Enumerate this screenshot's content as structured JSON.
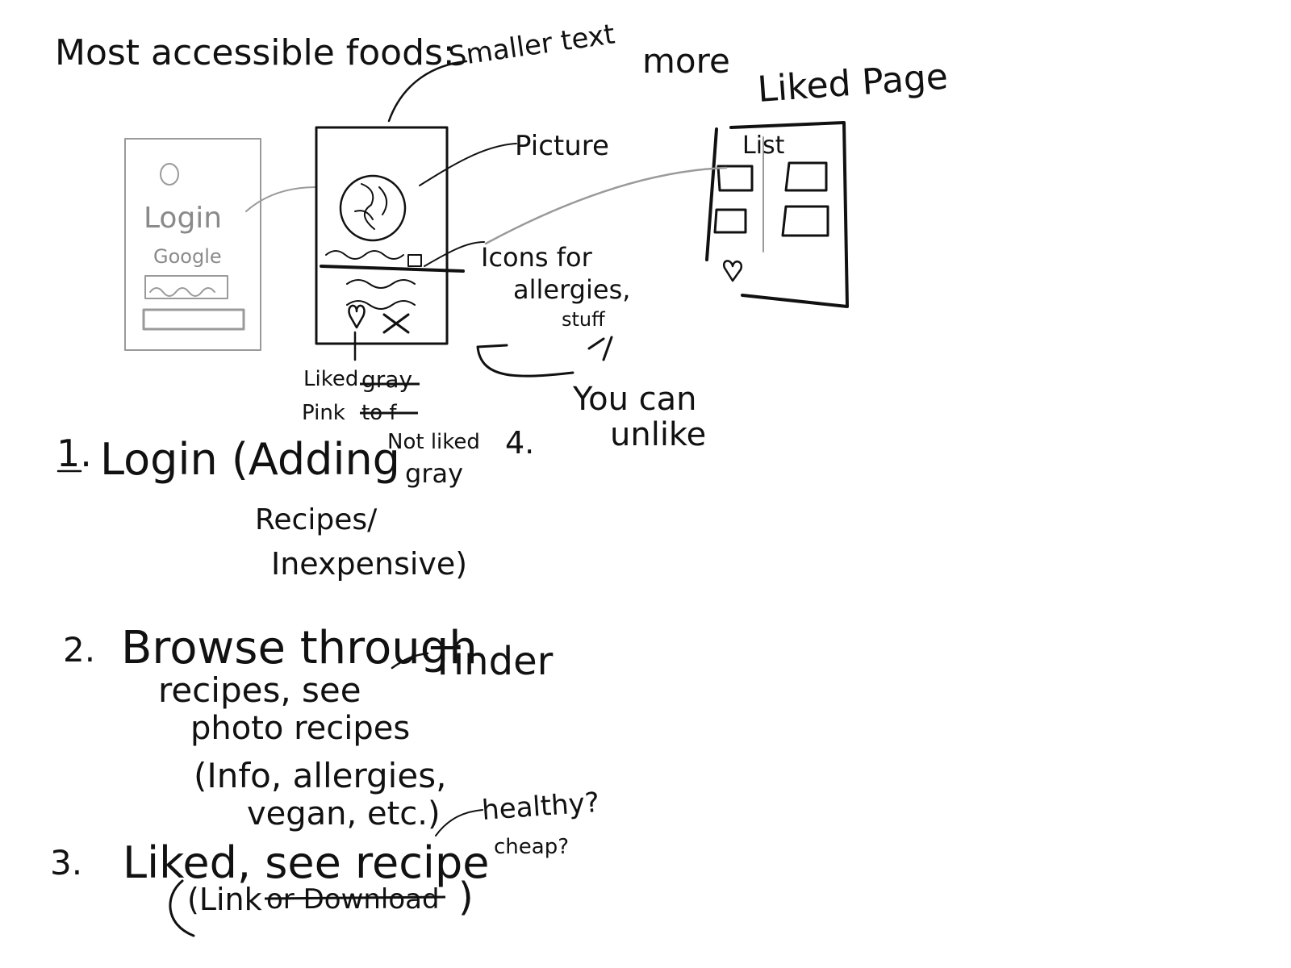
{
  "notes": {
    "heading": "Most accessible foods:",
    "smaller_text": "Smaller text",
    "more": "more",
    "picture": "Picture",
    "icons_for": "Icons for",
    "allergies": "allergies,",
    "stuff": "stuff",
    "liked_page": "Liked Page",
    "list": "List",
    "you_can": "You can",
    "unlike": "unlike",
    "liked": "Liked",
    "gray_struck": "gray",
    "pink": "Pink",
    "to_struck": "to f",
    "not_liked": "Not liked",
    "gray": "gray",
    "four": "4."
  },
  "login_mock": {
    "title": "Login",
    "google": "Google"
  },
  "steps": {
    "s1_num": "1.",
    "s1_line1": "Login (Adding",
    "s1_line2": "Recipes/",
    "s1_line3": "Inexpensive)",
    "s2_num": "2.",
    "s2_line1": "Browse through",
    "s2_tinder": "Tinder",
    "s2_line2": "recipes, see",
    "s2_line3": "photo recipes",
    "s2_line4": "(Info, allergies,",
    "s2_line5": "vegan, etc.)",
    "s3_num": "3.",
    "s3_line1": "Liked, see recipe",
    "s3_link": "(Link",
    "s3_struck": "or Download",
    "s3_paren": ")",
    "s3_healthy": "healthy?",
    "s3_cheap": "cheap?"
  },
  "colors": {
    "ink": "#111111",
    "pencil": "#8a8a8a"
  }
}
